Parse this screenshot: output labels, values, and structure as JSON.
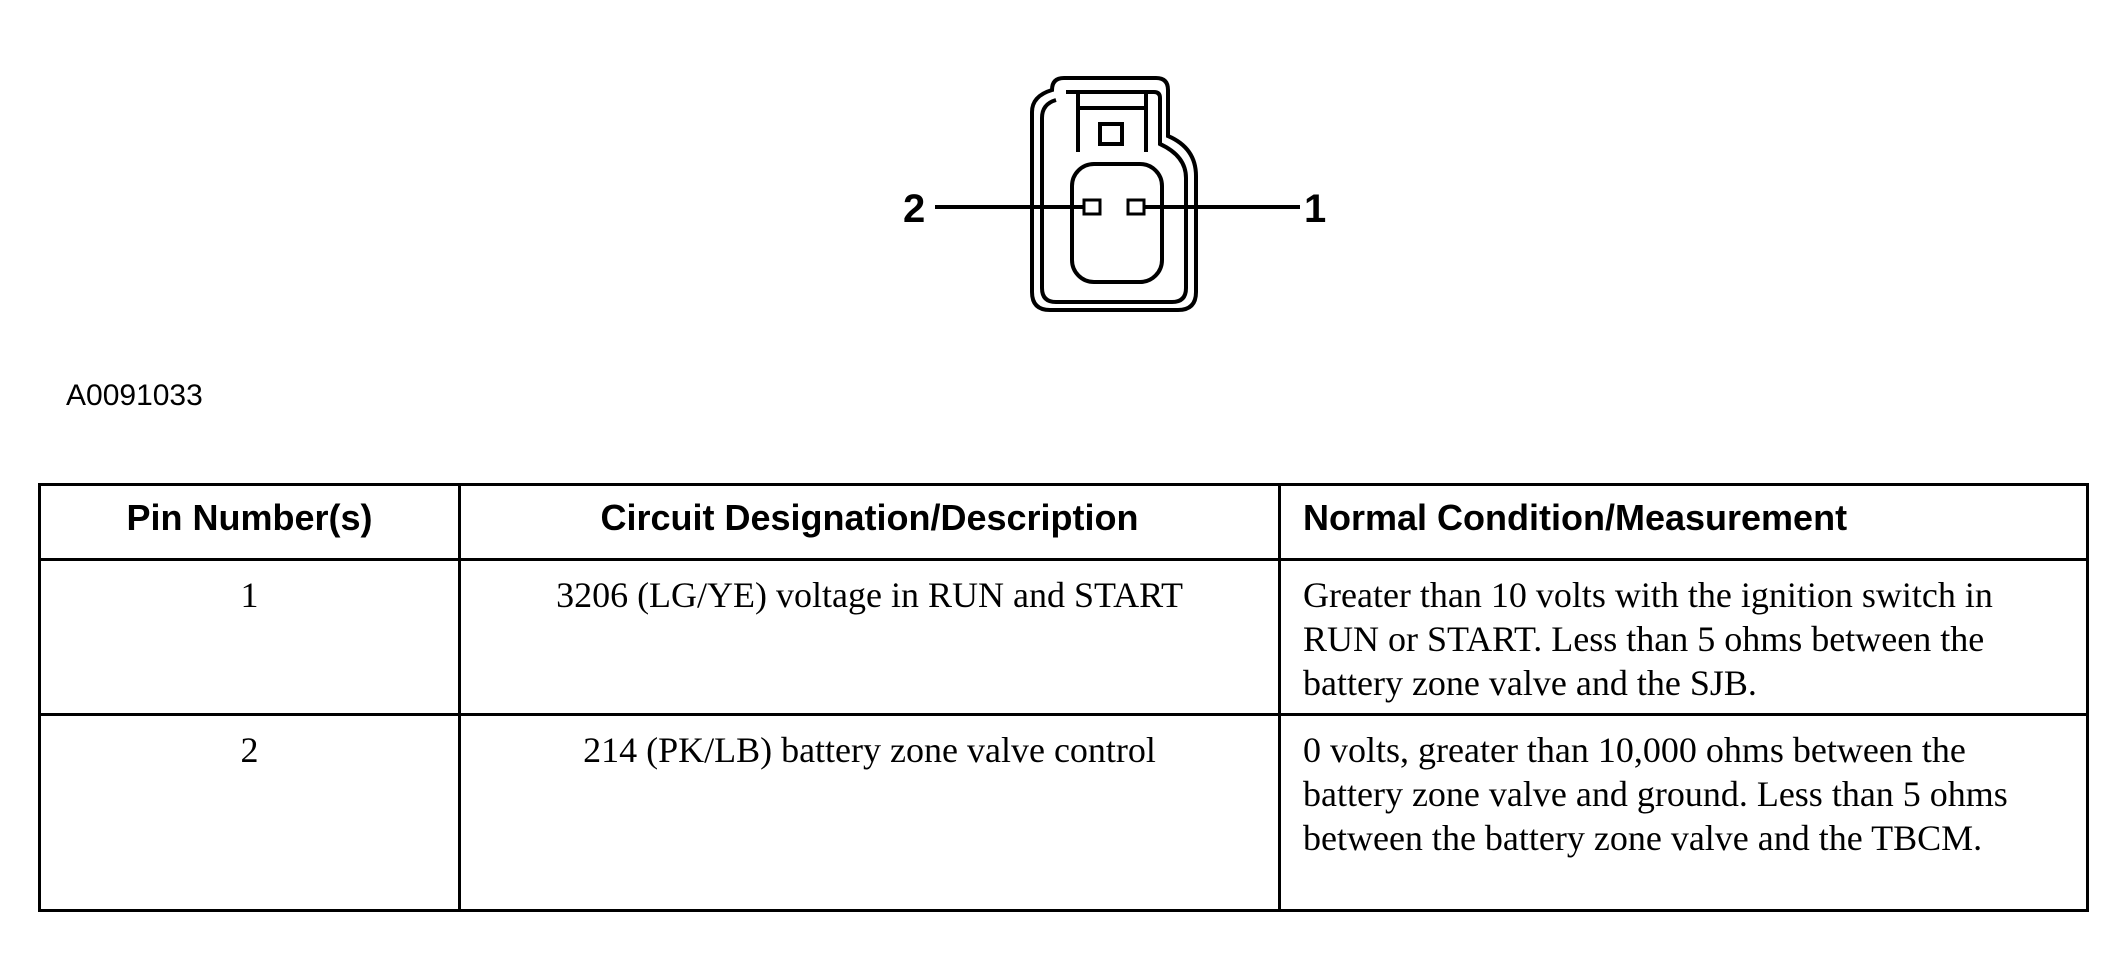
{
  "diagram": {
    "pin_labels": {
      "pin2": "2",
      "pin1": "1"
    }
  },
  "figure_code": "A0091033",
  "table": {
    "headers": [
      "Pin Number(s)",
      "Circuit Designation/Description",
      "Normal Condition/Measurement"
    ],
    "rows": [
      {
        "pin": "1",
        "circuit": "3206 (LG/YE) voltage in RUN and START",
        "measurement": "Greater than 10 volts with the ignition switch in RUN or START. Less than 5 ohms between the battery zone valve and the SJB."
      },
      {
        "pin": "2",
        "circuit": "214 (PK/LB) battery zone valve control",
        "measurement": "0 volts, greater than 10,000 ohms between the battery zone valve and ground. Less than 5 ohms between the battery zone valve and the TBCM."
      }
    ]
  }
}
